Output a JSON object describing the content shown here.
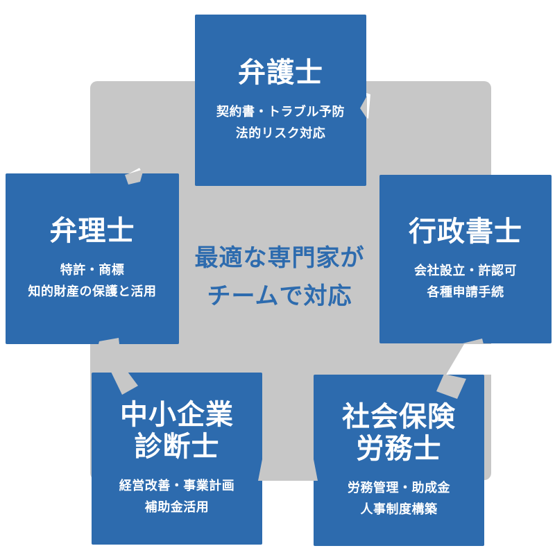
{
  "diagram": {
    "center_message": {
      "line1": "最適な専門家が",
      "line2": "チームで対応"
    },
    "specialists": [
      {
        "name": "lawyer",
        "title": "弁護士",
        "title2": "",
        "desc1": "契約書・トラブル予防",
        "desc2": "法的リスク対応"
      },
      {
        "name": "patent-attorney",
        "title": "弁理士",
        "title2": "",
        "desc1": "特許・商標",
        "desc2": "知的財産の保護と活用"
      },
      {
        "name": "administrative-scrivener",
        "title": "行政書士",
        "title2": "",
        "desc1": "会社設立・許認可",
        "desc2": "各種申請手続"
      },
      {
        "name": "sme-consultant",
        "title": "中小企業",
        "title2": "診断士",
        "desc1": "経営改善・事業計画",
        "desc2": "補助金活用"
      },
      {
        "name": "labor-social-insurance",
        "title": "社会保険",
        "title2": "労務士",
        "desc1": "労務管理・助成金",
        "desc2": "人事制度構築"
      }
    ]
  },
  "colors": {
    "box_blue": "#2d6bae",
    "arrow_gray": "#c7c7c7",
    "text_on_blue": "#ffffff",
    "background": "#ffffff"
  }
}
